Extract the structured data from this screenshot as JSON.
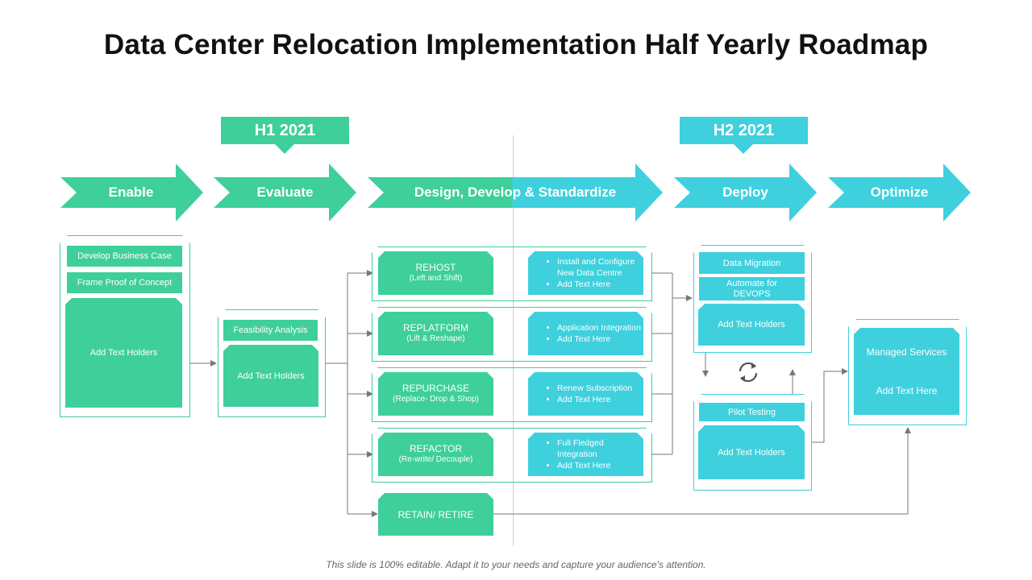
{
  "title": "Data Center Relocation Implementation Half Yearly Roadmap",
  "footer": "This slide is 100% editable. Adapt it to your needs and capture your audience's attention.",
  "halves": {
    "h1": "H1 2021",
    "h2": "H2 2021"
  },
  "phases": [
    "Enable",
    "Evaluate",
    "Design, Develop & Standardize",
    "Deploy",
    "Optimize"
  ],
  "colors": {
    "green": "#3ecf9a",
    "cyan": "#3fd0dd",
    "line": "#777777",
    "divider": "#cccccc"
  },
  "enable_panel": {
    "item1": "Develop Business Case",
    "item2": "Frame Proof of Concept",
    "holder": "Add Text Holders"
  },
  "evaluate_panel": {
    "item1": "Feasibility  Analysis",
    "holder": "Add Text Holders"
  },
  "strategies": [
    {
      "name": "REHOST",
      "sub": "(Left and Shift)",
      "bullets": [
        "Install and Configure New Data Centre",
        "Add Text Here"
      ]
    },
    {
      "name": "REPLATFORM",
      "sub": "(Lift & Reshape)",
      "bullets": [
        "Application Integration",
        "Add Text Here"
      ]
    },
    {
      "name": "REPURCHASE",
      "sub": "(Replace- Drop & Shop)",
      "bullets": [
        "Renew Subscription",
        "Add Text Here"
      ]
    },
    {
      "name": "REFACTOR",
      "sub": "(Re-write/ Decouple)",
      "bullets": [
        "Full Fledged Integration",
        "Add Text Here"
      ]
    }
  ],
  "retain": "RETAIN/ RETIRE",
  "deploy_panel": {
    "item1": "Data Migration",
    "item2": "Automate for DEVOPS",
    "holder": "Add Text Holders"
  },
  "pilot_panel": {
    "item1": "Pilot Testing",
    "holder": "Add Text Holders"
  },
  "optimize_panel": {
    "item1": "Managed Services",
    "item2": "Add Text Here"
  },
  "icons": {
    "cycle": "refresh-cycle-icon"
  }
}
